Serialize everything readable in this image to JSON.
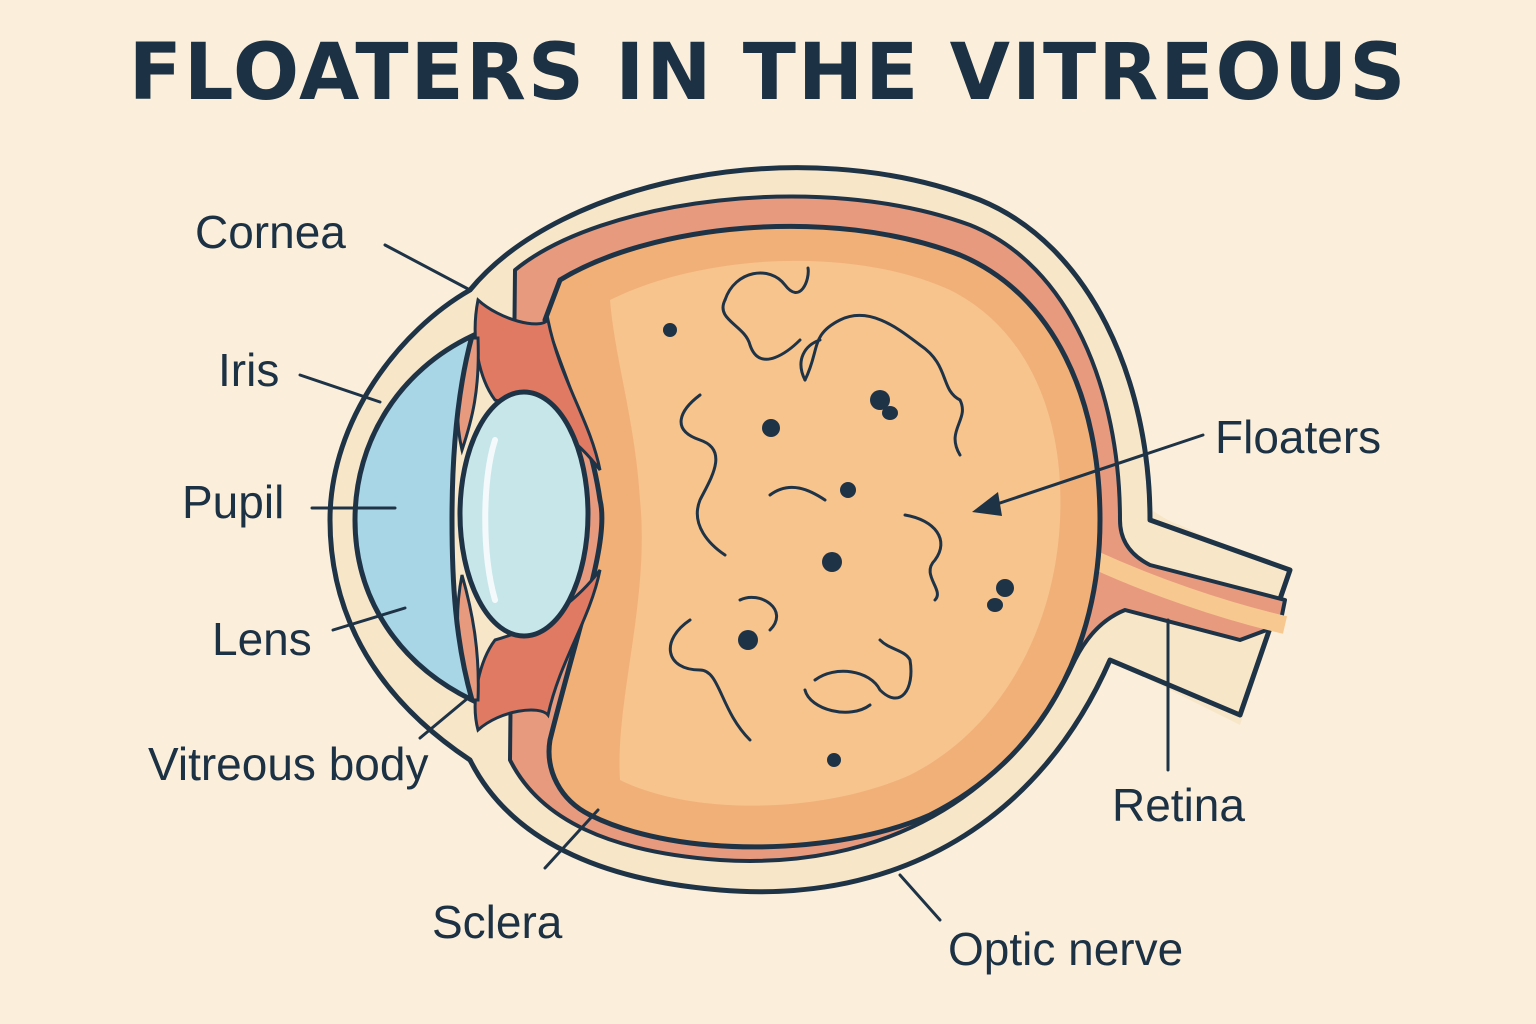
{
  "title": "FLOATERS IN THE VITREOUS",
  "labels": {
    "cornea": "Cornea",
    "iris": "Iris",
    "pupil": "Pupil",
    "lens": "Lens",
    "vitreous_body": "Vitreous body",
    "sclera": "Sclera",
    "optic_nerve": "Optic nerve",
    "retina": "Retina",
    "floaters": "Floaters"
  },
  "colors": {
    "background": "#fbefdc",
    "outline": "#1f3347",
    "sclera_band": "#f8e6c9",
    "choroid": "#e79a7e",
    "vitreous": "#f2b079",
    "vitreous_inner": "#f8c891",
    "cornea_fill": "#a9d6e6",
    "lens_fill": "#c7e6ea"
  }
}
